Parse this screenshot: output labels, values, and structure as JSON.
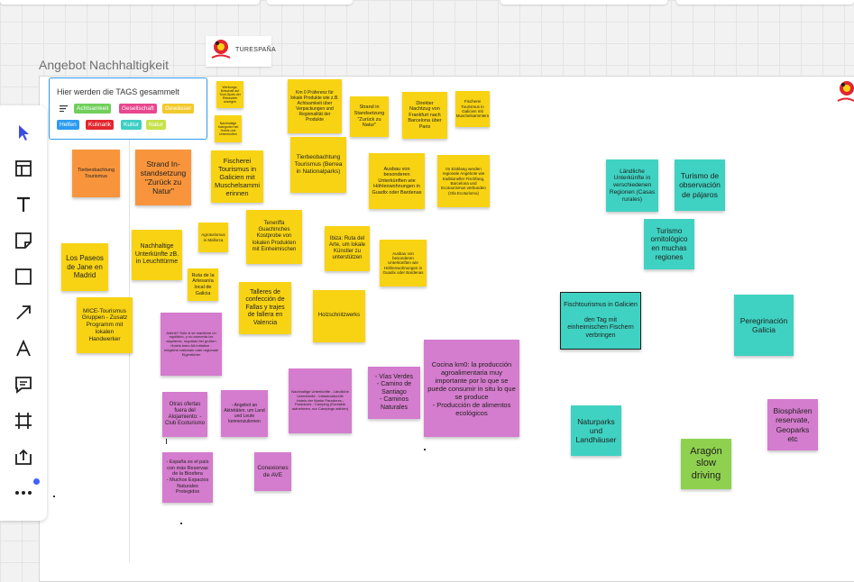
{
  "board": {
    "title": "Angebot Nachhaltigkeit"
  },
  "logo": {
    "text": "TURESPAÑA"
  },
  "tag_panel": {
    "title": "Hier werden die TAGS gesammelt",
    "tags": [
      {
        "label": "Achtsamkeit",
        "color": "#6fcf5a"
      },
      {
        "label": "Gesellschaft",
        "color": "#e8468f"
      },
      {
        "label": "Gewässer",
        "color": "#f2c92b"
      },
      {
        "label": "Helfen",
        "color": "#2d9bf0"
      },
      {
        "label": "Kulinarik",
        "color": "#e2262f"
      },
      {
        "label": "Kultur",
        "color": "#3ecfc3"
      },
      {
        "label": "Natur",
        "color": "#c6e24a"
      }
    ]
  },
  "notes": [
    {
      "text": "Werbungs- Botschaft auf Touri-Spots der Reiseziele anzeigen"
    },
    {
      "text": "Nachhaltige Kategorien bei Hotels und Unterkünften"
    },
    {
      "text": "Km 0 Präferenz für lokale Produkte wie z.B. Achtsamkeit über Verpackungen und Regionalität der Produkte"
    },
    {
      "text": "Strand in Standsetzung \"Zurück zu Natur\""
    },
    {
      "text": "Direkter Nachtzug von Frankfurt nach Barcelona über Paris"
    },
    {
      "text": "Fischerei Tourismus in Galicien mit Muschelsammlern"
    },
    {
      "text": "Tierbeobachtung Tourismus"
    },
    {
      "text": "Strand In-standsetzung \"Zurück zu Natur\""
    },
    {
      "text": "Fischerei Tourismus in Galicien mit Muschelsammi erinnen"
    },
    {
      "text": "Tierbeobachtung Tourismus (Berrea in Nationalparks)"
    },
    {
      "text": "Ausbau von besonderen Unterkünften wie Höhlenwohnungen in Guadix oder Bardenas"
    },
    {
      "text": "Im Einklang werden regionale Angebote wie traditioneller Fischfang, Barcelona und Ecotourismus verbunden (Ola Ecoturismo)"
    },
    {
      "text": "Los Paseos de Jane en Madrid"
    },
    {
      "text": "Nachhaltige Unterkünfte zB. in Leuchttürme"
    },
    {
      "text": "Agroturismus in Mallorca"
    },
    {
      "text": "Teneriffa Guachinches Kostprobe von lokalen Produkten mit Einheimischen"
    },
    {
      "text": "Ibiza: Ruta del Arte, um lokale Künstler zu unterstützen"
    },
    {
      "text": "Ausbau von besonderen Unterkünften wie Höhlenwohnungen in Guadix oder Bardenas"
    },
    {
      "text": "Ruta de la Artesanía local de Galicia"
    },
    {
      "text": "MICE-Tourismus Gruppen - Zusatz Programm mit lokalen Handwerker"
    },
    {
      "text": "Talleres de confección de Fallas y trajes de fallera en Valencia"
    },
    {
      "text": "Holzschnitzwerks"
    },
    {
      "text": "Airbnb? Sólo si se mantiene un equilibrio, y no aumenta los alquileres, regulado bei großen Hotels beim Alt-Initiative - mögliche nationale oder regionale Eigentümer"
    },
    {
      "text": "Otras ofertas fuera del Alojamiento: - Club Ecoturismo"
    },
    {
      "text": "- Angebot an Aktivitäten, um Land und Leute kennenzulernen"
    },
    {
      "text": "Nachhaltige Unterkünfte - Ländliche Unterkünfte - Infrastrukturelle Hotels der Marke Paradores - Paradores - Camping (Kontakte aufnehmen, nur Campings wählen)"
    },
    {
      "text": "- Vías Verdes\n- Camino de Santiago\n- Caminos Naturales"
    },
    {
      "text": "Cocina km0: la producción agroalimentaria muy importante por lo que se puede consumir in situ lo que se produce\n- Producción de alimentos ecológicos"
    },
    {
      "text": "- España es el país con más Reservas de la Biosfera\n- Muchos Espacios Naturales Protegidos"
    },
    {
      "text": "Conexiones de AVE"
    },
    {
      "text": "Ländliche Unterkünfte in verschiedenen Regionen (Casas rurales)"
    },
    {
      "text": "Turismo de observación de pájaros"
    },
    {
      "text": "Turismo ornitológico en muchas regiones"
    },
    {
      "text": "Fischtourismus in Galicien\n\nden Tag mit einheimischen Fischern verbringen"
    },
    {
      "text": "Peregrinación Galicia"
    },
    {
      "text": "Naturparks und Landhäuser"
    },
    {
      "text": "Aragón slow driving"
    },
    {
      "text": "Biosphären reservate, Geoparks etc"
    }
  ]
}
